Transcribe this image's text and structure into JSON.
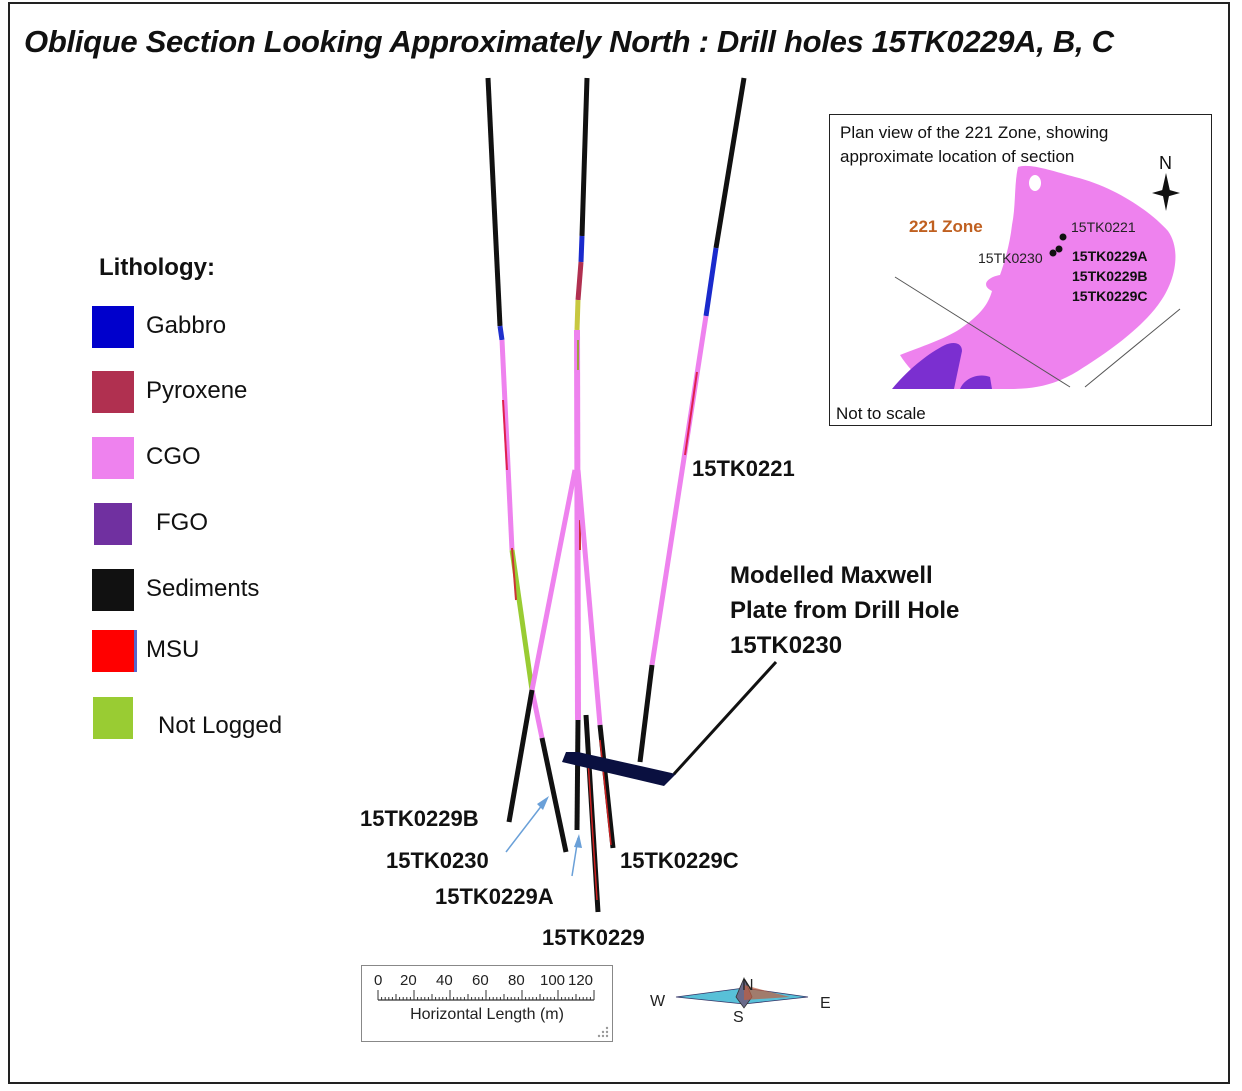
{
  "title": "Oblique Section Looking Approximately North : Drill holes 15TK0229A, B, C",
  "legend": {
    "title": "Lithology:",
    "items": [
      {
        "label": "Gabbro",
        "color": "#0000cc"
      },
      {
        "label": "Pyroxene",
        "color": "#b03050"
      },
      {
        "label": "CGO",
        "color": "#ee82ee"
      },
      {
        "label": "FGO",
        "color": "#7030a0"
      },
      {
        "label": "Sediments",
        "color": "#111111"
      },
      {
        "label": "MSU",
        "color": "#ff0000"
      },
      {
        "label": "Not Logged",
        "color": "#99cc33"
      }
    ]
  },
  "holes": {
    "h0221": "15TK0221",
    "h0229B": "15TK0229B",
    "h0230": "15TK0230",
    "h0229A": "15TK0229A",
    "h0229C": "15TK0229C",
    "h0229": "15TK0229"
  },
  "plate": {
    "line1": "Modelled Maxwell",
    "line2": "Plate from Drill Hole",
    "line3": "15TK0230",
    "color": "#0a1040"
  },
  "inset": {
    "caption": "Plan view of the 221 Zone, showing approximate location of section",
    "zone_label": "221 Zone",
    "zone_label_color": "#c06020",
    "north": "N",
    "hole_0221": "15TK0221",
    "hole_0230": "15TK0230",
    "hole_0229A": "15TK0229A",
    "hole_0229B": "15TK0229B",
    "hole_0229C": "15TK0229C",
    "note": "Not to scale"
  },
  "scalebar": {
    "ticks": [
      "0",
      "20",
      "40",
      "60",
      "80",
      "100",
      "120"
    ],
    "label": "Horizontal Length (m)"
  },
  "compass": {
    "n": "N",
    "s": "S",
    "w": "W",
    "e": "E"
  }
}
